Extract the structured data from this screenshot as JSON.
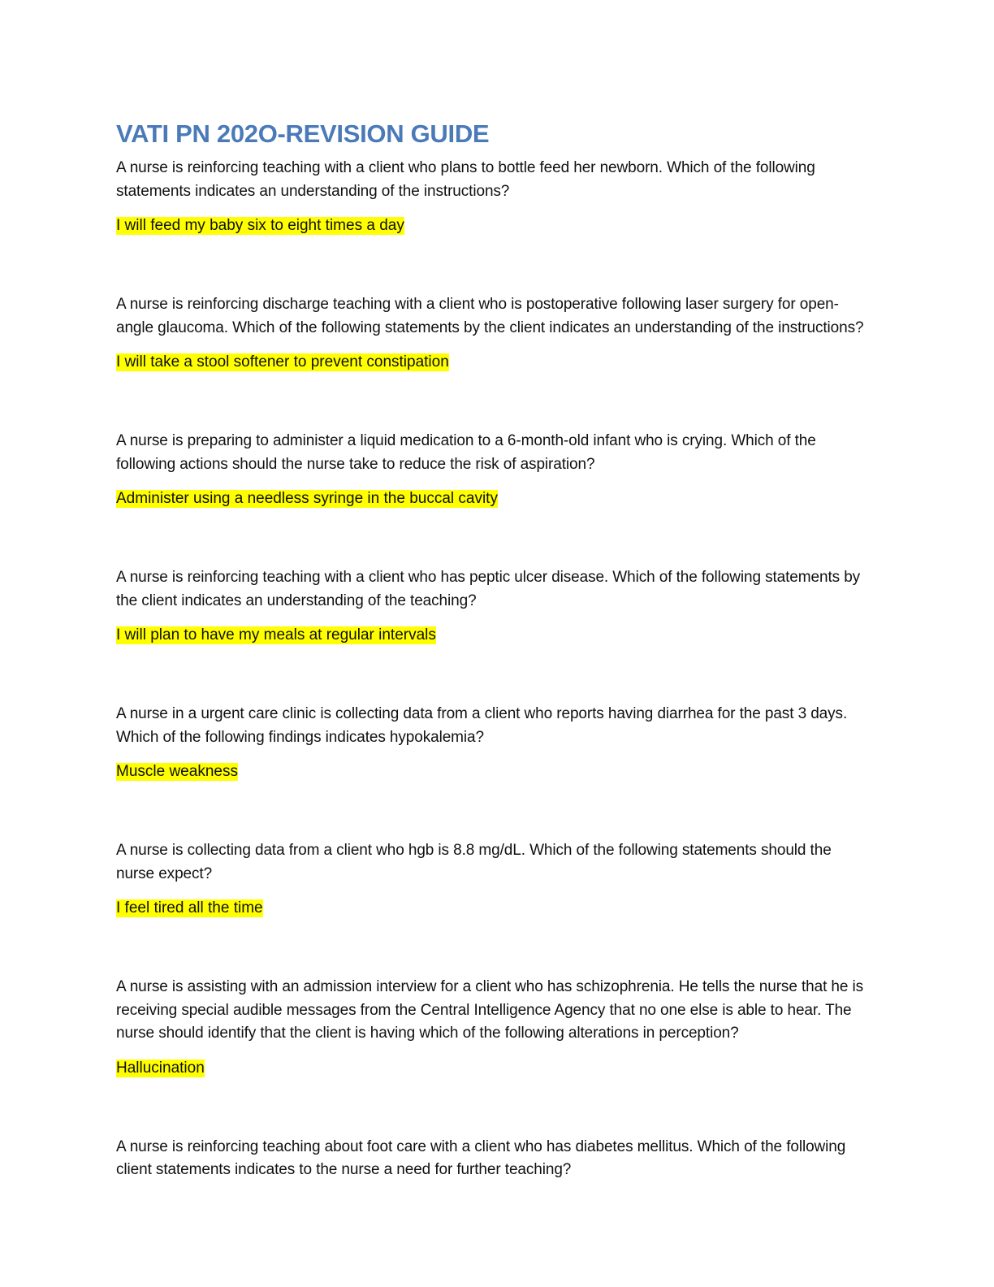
{
  "document": {
    "title": "VATI PN 202O-REVISION GUIDE",
    "items": [
      {
        "question": "A nurse is reinforcing teaching with a client who plans to bottle feed her newborn. Which of the following statements indicates an understanding of the instructions?",
        "answer": "I will feed my baby six to eight times a day"
      },
      {
        "question": "A nurse is reinforcing discharge teaching with a client who is postoperative following laser surgery for open-angle glaucoma. Which of the following statements by the client indicates an understanding of the instructions?",
        "answer": "I will take a stool softener to prevent constipation"
      },
      {
        "question": "A nurse is preparing to administer a liquid medication to a 6-month-old infant who is crying. Which of the following actions should the nurse take to reduce the risk of aspiration?",
        "answer": "Administer using a needless syringe in the buccal cavity"
      },
      {
        "question": "A nurse is reinforcing teaching with a client who has peptic ulcer disease. Which of the following statements by the client indicates an understanding of the teaching?",
        "answer": "I will plan to have my meals at regular intervals"
      },
      {
        "question": "A nurse in a urgent care clinic is collecting data from a client who reports having diarrhea for the past 3 days. Which of the following findings indicates hypokalemia?",
        "answer": "Muscle weakness"
      },
      {
        "question": "A nurse is collecting data from a client who hgb is 8.8 mg/dL. Which of the following statements should the nurse expect?",
        "answer": "I feel tired all the time"
      },
      {
        "question": "A nurse is assisting with an admission interview for a client who has schizophrenia. He tells the nurse that he is receiving special audible messages from the Central Intelligence Agency that no one else is able to hear. The nurse should identify that the client is having which of the following alterations in perception?",
        "answer": "Hallucination"
      },
      {
        "question": "A nurse is reinforcing teaching about foot care with a client who has diabetes mellitus. Which of the following client statements indicates to the nurse a need for further teaching?",
        "answer": ""
      }
    ]
  },
  "colors": {
    "title": "#4a7ab8",
    "highlight": "#ffff00",
    "text": "#111111"
  }
}
